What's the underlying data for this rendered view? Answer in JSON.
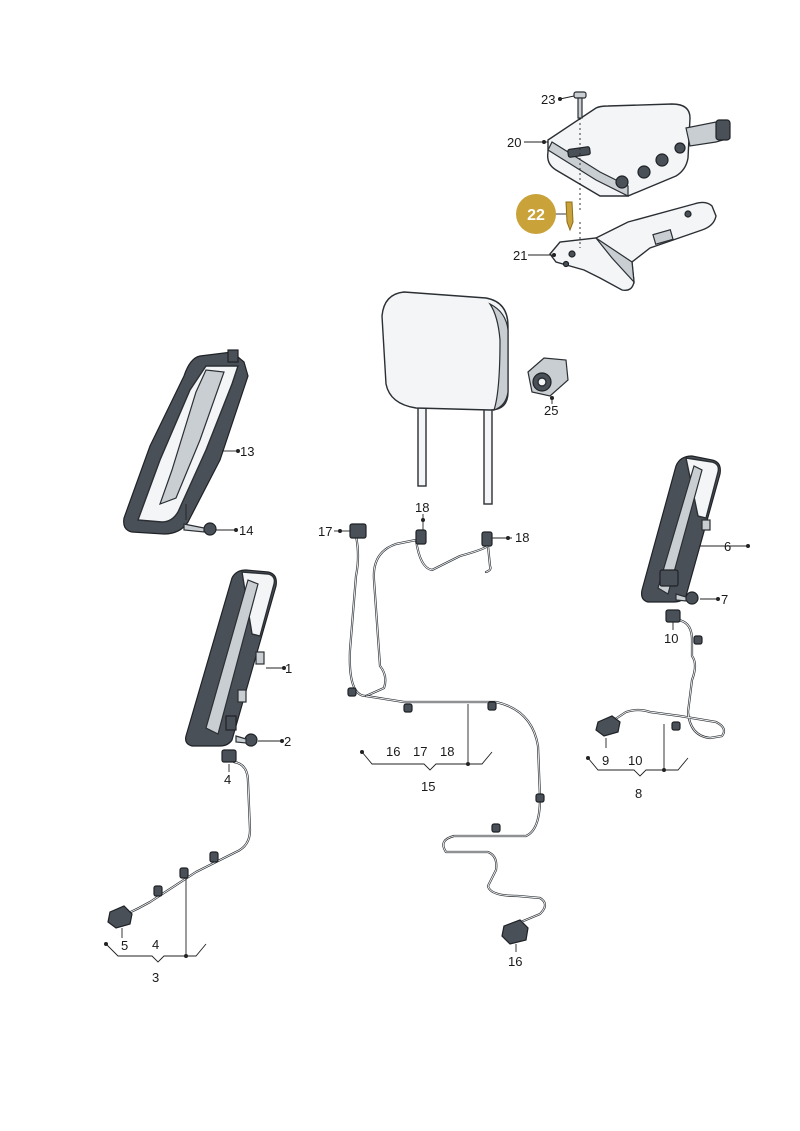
{
  "labels": {
    "p1": "1",
    "p2": "2",
    "p3": "3",
    "p4a": "4",
    "p4b": "4",
    "p5": "5",
    "p6": "6",
    "p7": "7",
    "p8": "8",
    "p9": "9",
    "p10a": "10",
    "p10b": "10",
    "p13": "13",
    "p14": "14",
    "p15": "15",
    "p16a": "16",
    "p16b": "16",
    "p17a": "17",
    "p17b": "17",
    "p18a": "18",
    "p18b": "18",
    "p18c": "18",
    "p20": "20",
    "p21": "21",
    "p22": "22",
    "p23": "23",
    "p25": "25"
  },
  "colors": {
    "highlight": "#c9a23a",
    "line": "#2b2f33",
    "part_fill": "#f3f5f7"
  },
  "highlighted_part": "22"
}
